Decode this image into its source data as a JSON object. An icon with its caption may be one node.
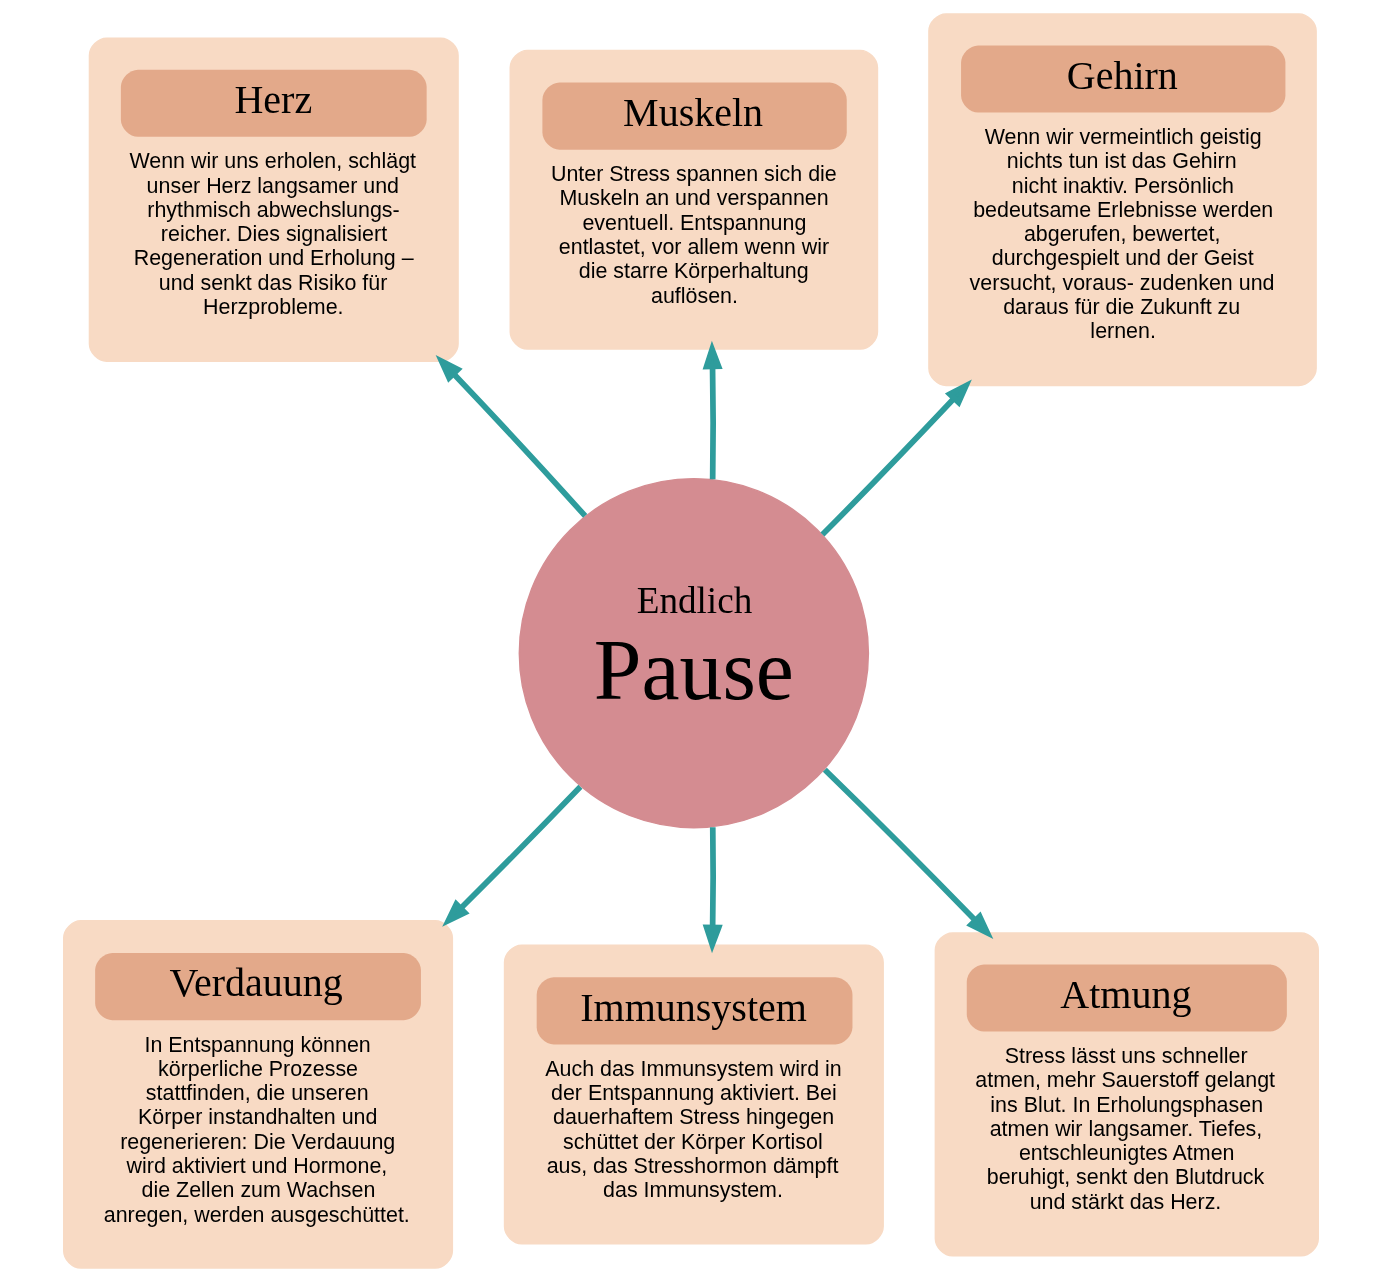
{
  "diagram": {
    "nodes": [
      {
        "text": [
          "Muskeln",
          "Unter Stress spannen sich die Muskeln an und verspannen eventuell. Entspannung entlastet, vor allem wenn wir die starre Körperhaltung auflösen."
        ]
      },
      {
        "text": [
          "Herz",
          "Wenn wir uns erholen, schlägt unser Herz langsamer und rhythmisch abwechslungs- reicher. Dies signalisiert Regeneration und Erholung – und senkt das Risiko für Herzprobleme."
        ]
      },
      {
        "text": [
          "Gehirn",
          "Wenn wir vermeintlich geistig nichts tun ist das Gehirn nicht inaktiv. Persönlich bedeutsame Erlebnisse werden abgerufen, bewertet, durchgespielt und der Geist versucht, voraus- zudenken und daraus für die Zukunft zu lernen."
        ]
      },
      {
        "text": [
          "Endlich",
          "Pause"
        ]
      },
      {
        "text": [
          "Verdauung",
          "In Entspannung können körperliche Prozesse stattfinden, die unseren Körper instandhalten und regenerieren: Die Verdauung wird aktiviert und Hormone, die Zellen zum Wachsen anregen, werden ausgeschüttet."
        ]
      },
      {
        "text": [
          "Atmung",
          "Stress lässt uns schneller atmen, mehr Sauerstoff gelangt ins Blut. In Erholungsphasen atmen wir langsamer. Tiefes, entschleunigtes Atmen beruhigt, senkt den Blutdruck und stärkt das Herz."
        ]
      },
      {
        "text": [
          "Immunsystem",
          "Auch das Immunsystem wird in der Entspannung aktiviert. Bei dauerhaftem Stress hingegen schüttet der Körper Kortisol aus, das Stresshormon dämpft das Immunsystem."
        ]
      }
    ],
    "edges": [
      {
        "from": 3,
        "to": 0,
        "arrow": "to"
      },
      {
        "from": 3,
        "to": 1,
        "arrow": "to"
      },
      {
        "from": 3,
        "to": 2,
        "arrow": "to"
      },
      {
        "from": 3,
        "to": 4,
        "arrow": "to"
      },
      {
        "from": 3,
        "to": 5,
        "arrow": "to"
      },
      {
        "from": 3,
        "to": 6,
        "arrow": "to"
      }
    ]
  }
}
